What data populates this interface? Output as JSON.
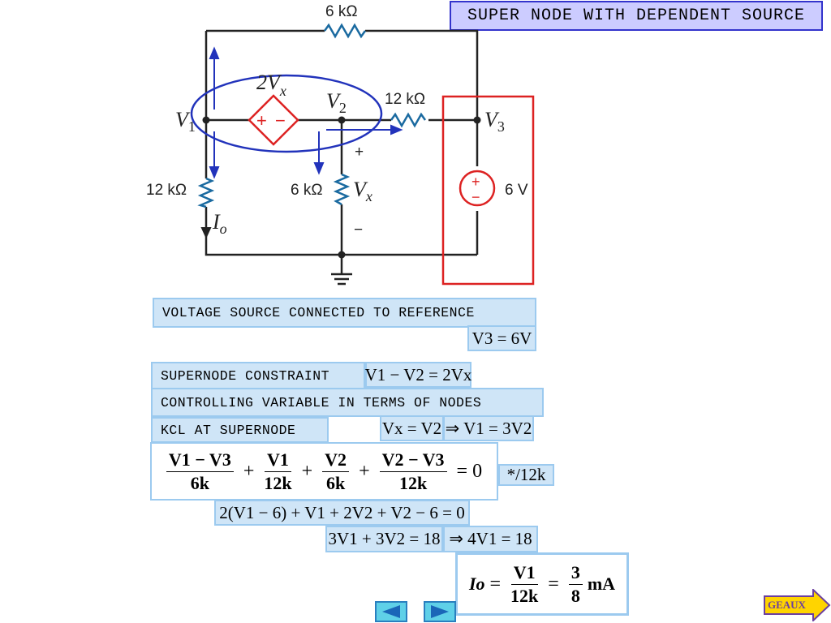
{
  "title": "SUPER NODE WITH DEPENDENT SOURCE",
  "circuit": {
    "r_top": "6 kΩ",
    "r_mid": "12 kΩ",
    "r_left": "12 kΩ",
    "r_center": "6 kΩ",
    "dep_source": "2V",
    "dep_source_sub": "x",
    "v_source": "6 V",
    "node_v1": "V",
    "node_v1_sub": "1",
    "node_v2": "V",
    "node_v2_sub": "2",
    "node_v3": "V",
    "node_v3_sub": "3",
    "vx": "V",
    "vx_sub": "x",
    "io": "I",
    "io_sub": "o",
    "plus": "+",
    "minus": "−"
  },
  "labels": {
    "voltage_ref": "VOLTAGE SOURCE CONNECTED TO REFERENCE",
    "supernode_constraint": "SUPERNODE CONSTRAINT",
    "controlling": "CONTROLLING VARIABLE IN TERMS OF NODES",
    "kcl": "KCL AT SUPERNODE"
  },
  "equations": {
    "v3": "V3 = 6V",
    "constraint": "V1 − V2 = 2Vx",
    "vx": "Vx = V2",
    "v1": "⇒ V1 = 3V2",
    "kcl_multiplier": "*/12k",
    "expanded": "2(V1 − 6) + V1 + 2V2 + V2 − 6 = 0",
    "simplified": "3V1 + 3V2 = 18",
    "result": "⇒ 4V1 = 18",
    "io": "Io = V1 / 12k = 3/8 mA"
  },
  "kcl_terms": [
    {
      "num": "V1 − V3",
      "den": "6k"
    },
    {
      "num": "V1",
      "den": "12k"
    },
    {
      "num": "V2",
      "den": "6k"
    },
    {
      "num": "V2 − V3",
      "den": "12k"
    }
  ],
  "io_eq": {
    "lhs": "Io",
    "num": "V1",
    "den": "12k",
    "num2": "3",
    "den2": "8",
    "unit": "mA"
  },
  "nav": {
    "geaux": "GEAUX"
  },
  "colors": {
    "accent": "#3333cc",
    "box_bg": "#cfe5f7",
    "box_border": "#9ccaef",
    "red": "#dd2222",
    "blue": "#2233bb",
    "resistor": "#1a6aa0"
  }
}
